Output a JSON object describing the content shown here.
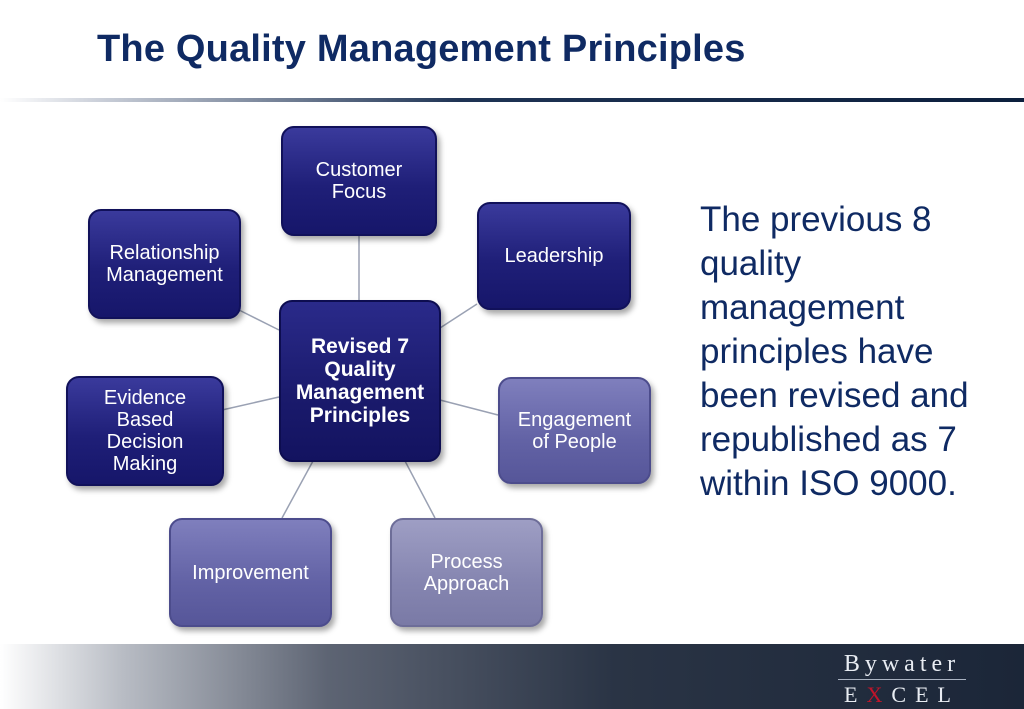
{
  "header": {
    "title": "The Quality Management Principles"
  },
  "diagram": {
    "center": "Revised 7\nQuality\nManagement\nPrinciples",
    "nodes": {
      "customer_focus": "Customer\nFocus",
      "leadership": "Leadership",
      "engagement_of_people": "Engagement\nof People",
      "process_approach": "Process\nApproach",
      "improvement": "Improvement",
      "evidence_based_decision_making": "Evidence\nBased\nDecision\nMaking",
      "relationship_management": "Relationship\nManagement"
    },
    "colors": {
      "dark": "#1f1f78",
      "mid": "#6262a5",
      "light": "#8585b0",
      "connector": "#9aa1b3"
    }
  },
  "description": "The previous 8 quality management principles have been revised and republished as 7 within ISO 9000.",
  "footer": {
    "logo_line1": "Bywater",
    "logo_line2_pre": "E",
    "logo_line2_x": "X",
    "logo_line2_post": "CEL"
  }
}
